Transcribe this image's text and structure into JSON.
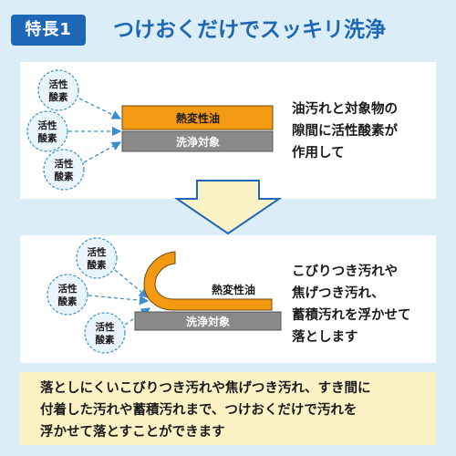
{
  "header": {
    "badge": "特長1",
    "title": "つけおくだけでスッキリ洗浄"
  },
  "panel1": {
    "bubbles": [
      {
        "line1": "活性",
        "line2": "酸素"
      },
      {
        "line1": "活性",
        "line2": "酸素"
      },
      {
        "line1": "活性",
        "line2": "酸素"
      }
    ],
    "oil_label": "熱変性油",
    "target_label": "洗浄対象",
    "description": [
      "油汚れと対象物の",
      "隙間に活性酸素が",
      "作用して"
    ]
  },
  "panel2": {
    "bubbles": [
      {
        "line1": "活性",
        "line2": "酸素"
      },
      {
        "line1": "活性",
        "line2": "酸素"
      },
      {
        "line1": "活性",
        "line2": "酸素"
      }
    ],
    "oil_label": "熱変性油",
    "target_label": "洗浄対象",
    "description": [
      "こびりつき汚れや",
      "焦げつき汚れ、",
      "蓄積汚れを浮かせて",
      "落とします"
    ]
  },
  "summary": [
    "落としにくいこびりつき汚れや焦げつき汚れ、すき間に",
    "付着した汚れや蓄積汚れまで、つけおくだけで汚れを",
    "浮かせて落とすことができます"
  ],
  "colors": {
    "brand_blue": "#1e66b6",
    "oil_orange": "#f39a12",
    "target_gray": "#8a8a8a",
    "summary_bg": "#fbf3c6",
    "arrow_fill": "#fbf3c6"
  }
}
